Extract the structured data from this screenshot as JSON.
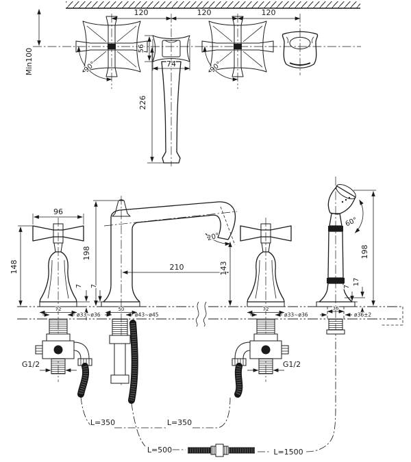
{
  "top": {
    "d120a": "120",
    "d120b": "120",
    "d120c": "120",
    "min100": "Min100",
    "a90a": "90°",
    "a90b": "90°",
    "d56": "56",
    "d74": "74",
    "d226": "226"
  },
  "bottom": {
    "d96": "96",
    "d148": "148",
    "d198l": "198",
    "d7a": "7",
    "d7b": "7",
    "a20": "20°",
    "d210": "210",
    "d143": "143",
    "d72l": "72",
    "dia_l": "ø33~ø36",
    "d50": "50",
    "dia_c": "ø43~ø45",
    "d72r": "72",
    "dia_r": "ø33~ø36",
    "a60": "60°",
    "d198r": "198",
    "d17": "17",
    "d7c": "7",
    "d36": "36",
    "dia_s": "ø36±2",
    "g_l": "G1/2",
    "g_r": "G1/2",
    "l350a": "L=350",
    "l350b": "L=350",
    "l500": "L=500",
    "l1500": "L=1500"
  },
  "colors": {
    "line": "#1a1a1a",
    "background": "#ffffff"
  }
}
